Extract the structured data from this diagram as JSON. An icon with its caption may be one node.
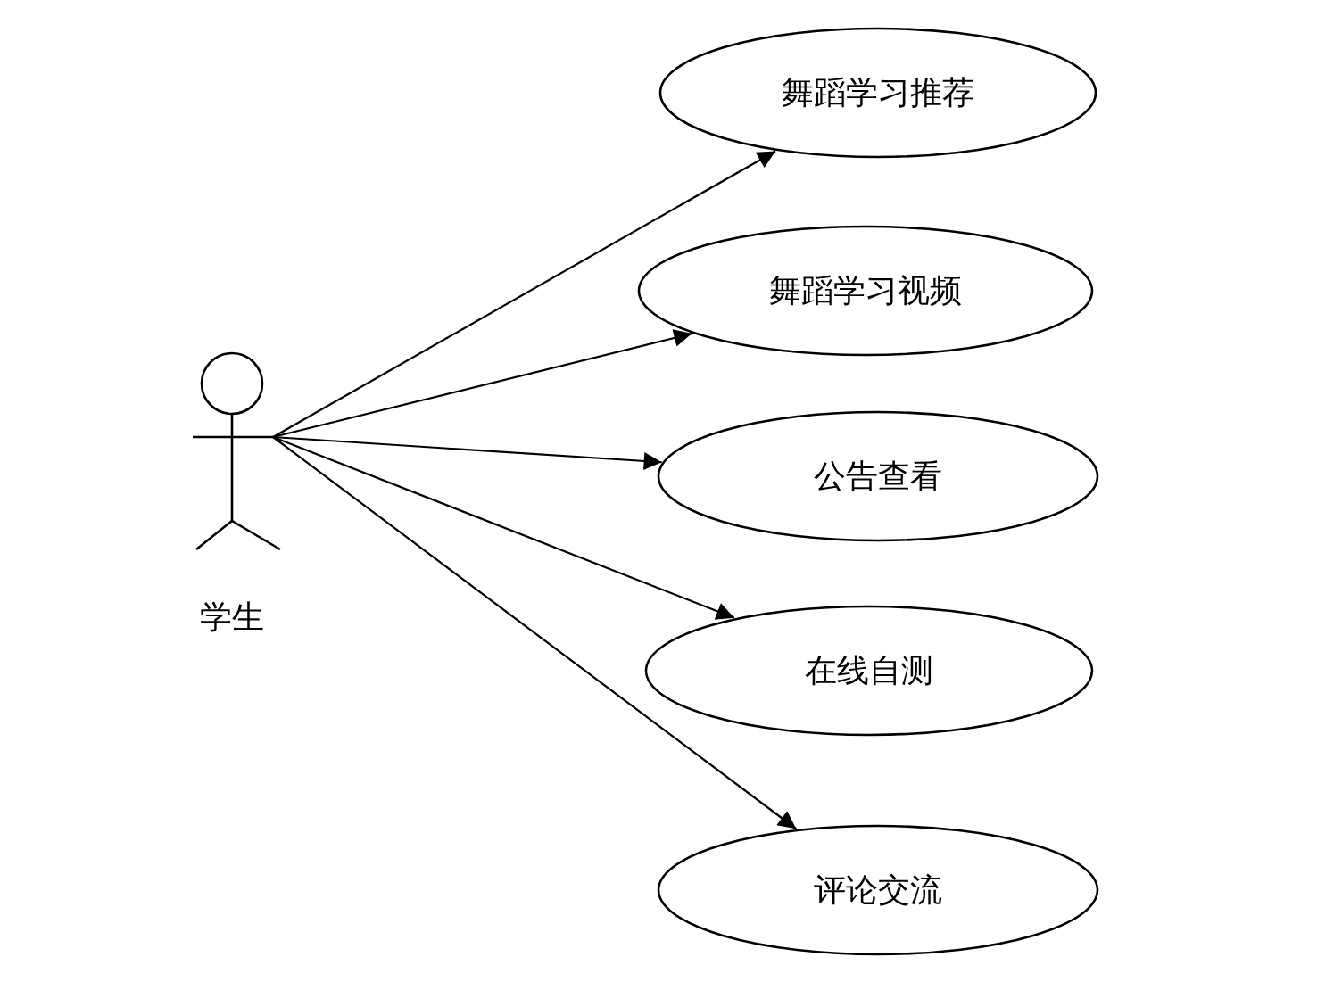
{
  "diagram": {
    "nodes": [
      {
        "text": [],
        "shape": "person",
        "beside": [
          "学生"
        ]
      },
      {
        "text": [
          "舞蹈学习推荐"
        ]
      },
      {
        "text": [
          "舞蹈学习视频"
        ]
      },
      {
        "text": [
          "公告查看"
        ]
      },
      {
        "text": [
          "在线自测"
        ]
      },
      {
        "text": [
          "评论交流"
        ]
      }
    ],
    "edges": [
      {
        "from": 0,
        "to": 1,
        "arrow": "to"
      },
      {
        "from": 0,
        "to": 2,
        "arrow": "to"
      },
      {
        "from": 0,
        "to": 3,
        "arrow": "to"
      },
      {
        "from": 0,
        "to": 4,
        "arrow": "to"
      },
      {
        "from": 0,
        "to": 5,
        "arrow": "to"
      }
    ]
  }
}
